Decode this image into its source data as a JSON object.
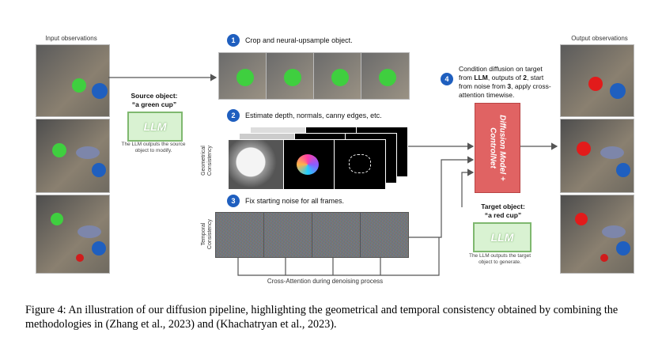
{
  "labels": {
    "input_observations": "Input observations",
    "output_observations": "Output observations"
  },
  "steps": [
    {
      "num": "1",
      "text": "Crop and neural-upsample object."
    },
    {
      "num": "2",
      "text": "Estimate depth, normals, canny edges, etc."
    },
    {
      "num": "3",
      "text": "Fix starting noise for all frames."
    },
    {
      "num": "4",
      "text_parts": [
        "Condition diffusion on target from ",
        "LLM",
        ", outputs of ",
        "2",
        ", start from noise from ",
        "3",
        ", apply cross-attention timewise."
      ]
    }
  ],
  "source": {
    "title": "Source object:",
    "value": "“a green cup”",
    "llm": "LLM",
    "desc": "The LLM outputs the source object to modify."
  },
  "target": {
    "title": "Target object:",
    "value": "“a red cup”",
    "llm": "LLM",
    "desc": "The LLM outputs the target object to generate."
  },
  "diffusion": {
    "label": "Diffusion Model + ControlNet"
  },
  "side_labels": {
    "geometrical": "Geometrical Consistency",
    "temporal": "Temporal Consistency"
  },
  "cross_attention": "Cross-Attention during denoising process",
  "colors": {
    "badge": "#1f5fbf",
    "llm_fill": "#d9f2d2",
    "llm_border": "#7fb86f",
    "diffusion_fill": "#e06363"
  },
  "caption": "Figure 4: An illustration of our diffusion pipeline, highlighting the geometrical and temporal consistency obtained by combining the methodologies in (Zhang et al., 2023) and (Khachatryan et al., 2023)."
}
